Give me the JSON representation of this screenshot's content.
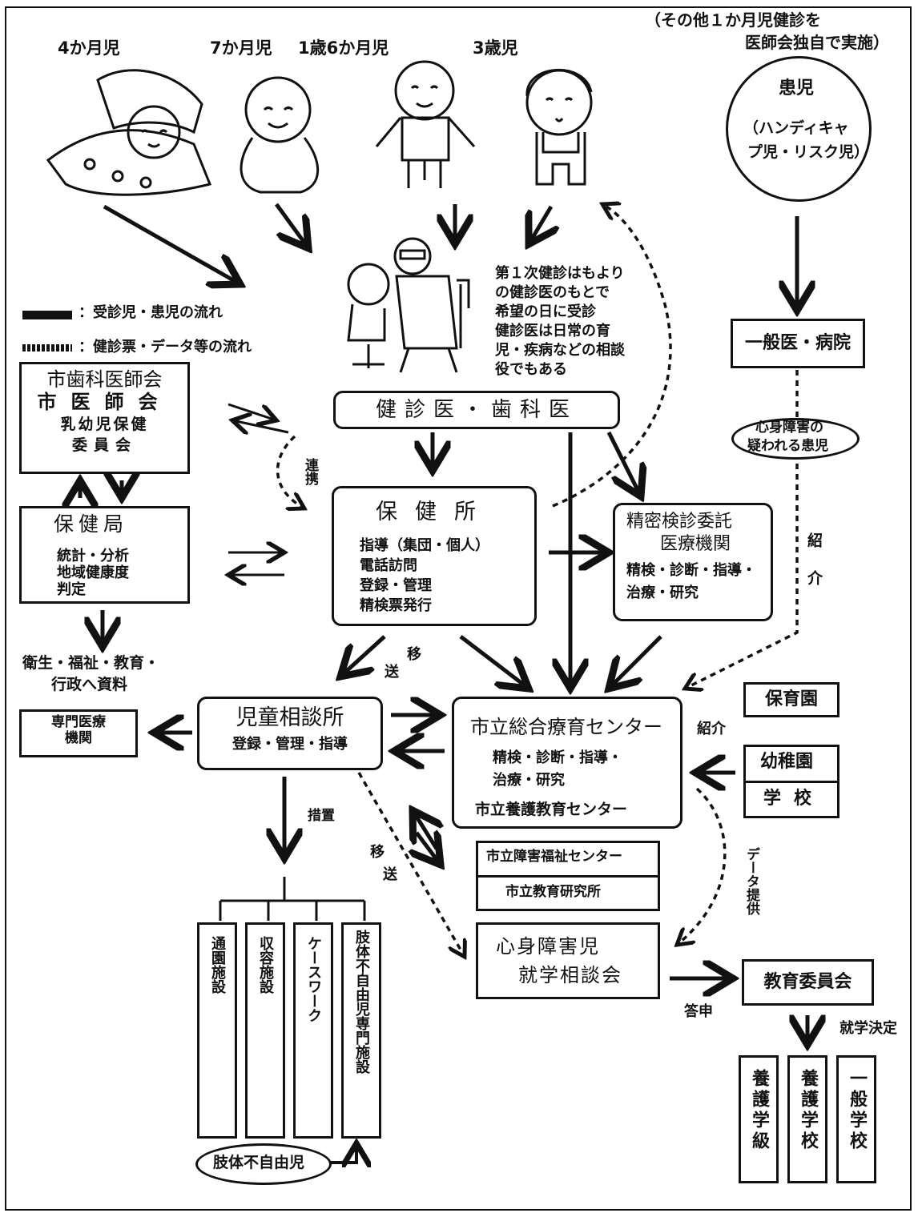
{
  "note_top": [
    "（その他１か月児健診を",
    "医師会独自で実施）"
  ],
  "ages": [
    "4か月児",
    "7か月児",
    "1歳6か月児",
    "3歳児"
  ],
  "patient": {
    "title": "患児",
    "sub1": "（ハンディキャ",
    "sub2": "プ児・リスク児）"
  },
  "legend": {
    "patient_flow": "：受診児・患児の流れ",
    "data_flow": "：健診票・データ等の流れ"
  },
  "first_exam_note": [
    "第１次健診はもより",
    "の健診医のもとで",
    "希望の日に受診",
    "健診医は日常の育",
    "児・疾病などの相談",
    "役でもある"
  ],
  "general_doctor": "一般医・病院",
  "suspected_ellipse": [
    "心身障害の",
    "疑われる患児"
  ],
  "referral_v": "紹介",
  "committee": [
    "市歯科医師会",
    "市医師会",
    "乳幼児保健",
    "委員会"
  ],
  "exam_doctor": "健診医・歯科医",
  "renkei": "連携",
  "health_bureau": {
    "title": "保健局",
    "lines": [
      "統計・分析",
      "地域健康度",
      "判定"
    ]
  },
  "public_health": {
    "title": "保健所",
    "lines": [
      "指導（集団・個人）",
      "電話訪問",
      "登録・管理",
      "精検票発行"
    ]
  },
  "detailed_exam": {
    "title1": "精密検診委託",
    "title2": "医療機関",
    "lines": [
      "精検・診断・指導・",
      "治療・研究"
    ]
  },
  "admin_data": [
    "衛生・福祉・教育・",
    "行政へ資料"
  ],
  "transfer1": [
    "移",
    "送"
  ],
  "specialist": [
    "専門医療",
    "機関"
  ],
  "child_consult": {
    "title": "児童相談所",
    "sub": "登録・管理・指導"
  },
  "general_center": {
    "title": "市立総合療育センター",
    "lines": [
      "精検・診断・指導・",
      "治療・研究"
    ],
    "sub": "市立養護教育センター"
  },
  "nursery": "保育園",
  "referral2": "紹介",
  "kindergarten": "幼稚園",
  "school": "学校",
  "measures": "措置",
  "transfer2": [
    "移",
    "送"
  ],
  "welfare_center": "市立障害福祉センター",
  "edu_institute": "市立教育研究所",
  "data_provision": "データ提供",
  "facilities": [
    "通園施設",
    "収容施設",
    "ケースワーク",
    "肢体不自由児専門施設"
  ],
  "council": [
    "心身障害児",
    "就学相談会"
  ],
  "report": "答申",
  "board": "教育委員会",
  "decision": "就学決定",
  "schools": [
    "養護学級",
    "養護学校",
    "一般学校"
  ],
  "physically_disabled": "肢体不自由児"
}
